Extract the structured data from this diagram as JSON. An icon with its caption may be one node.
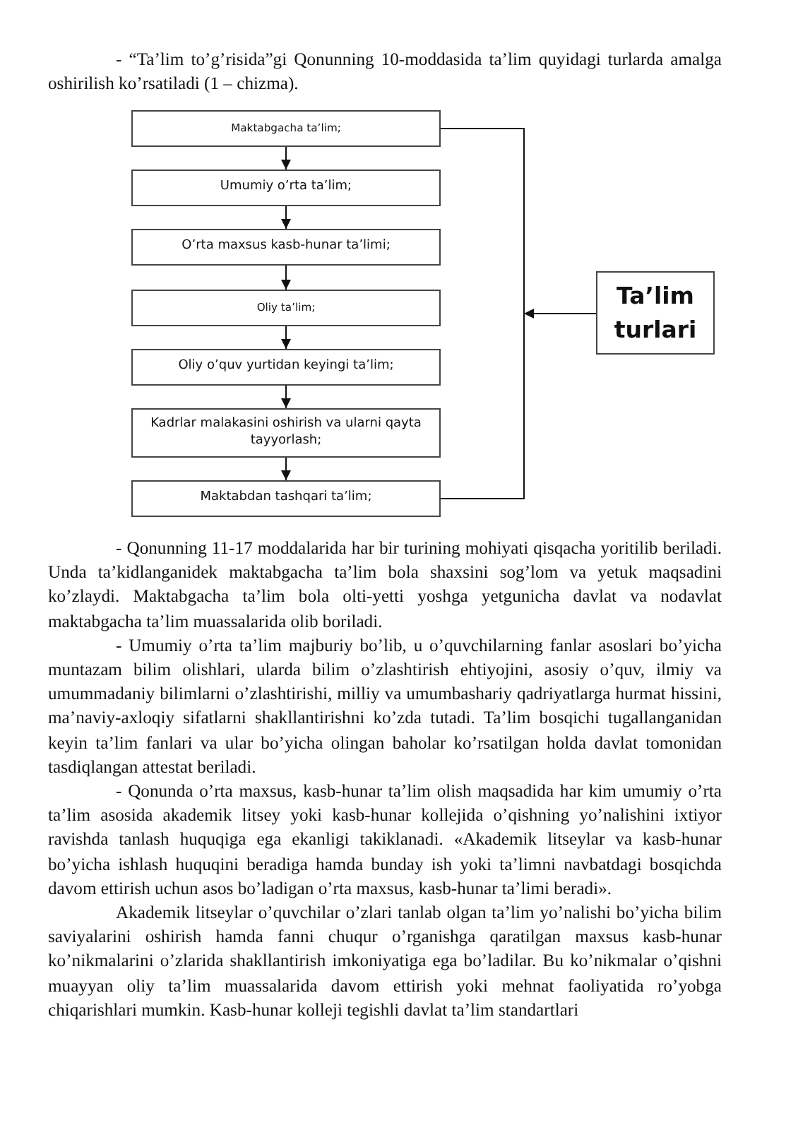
{
  "diagram": {
    "nodes": [
      {
        "text": [
          "Maktabgacha ta’lim;"
        ]
      },
      {
        "text": [
          "Umumiy o’rta ta’lim;"
        ]
      },
      {
        "text": [
          "O’rta maxsus kasb-hunar ta’limi;"
        ]
      },
      {
        "text": [
          "Oliy ta’lim;"
        ]
      },
      {
        "text": [
          "Oliy o’quv yurtidan keyingi ta’lim;"
        ]
      },
      {
        "text": [
          "Kadrlar malakasini oshirish va ularni qayta tayyorlash;"
        ]
      },
      {
        "text": [
          "Maktabdan tashqari ta’lim;"
        ]
      },
      {
        "text": [
          "Ta’lim turlari"
        ]
      }
    ],
    "edges": [
      {
        "from": 0,
        "to": 1,
        "arrow": "to"
      },
      {
        "from": 1,
        "to": 2,
        "arrow": "to"
      },
      {
        "from": 2,
        "to": 3,
        "arrow": "to"
      },
      {
        "from": 3,
        "to": 4,
        "arrow": "to"
      },
      {
        "from": 4,
        "to": 5,
        "arrow": "to"
      },
      {
        "from": 5,
        "to": 6,
        "arrow": "to"
      },
      {
        "from": 0,
        "to": 6,
        "arrow": "none"
      },
      {
        "from": 7,
        "to": null,
        "arrow": "to"
      }
    ],
    "labels": [
      "- “Ta’lim to’g’risida”gi Qonunning 10-moddasida ta’lim quyidagi turlarda amalga oshirilish ko’rsatiladi (1 – chizma).",
      "- Qonunning 11-17 moddalarida har bir turining mohiyati qisqacha yoritilib beriladi. Unda ta’kidlanganidek maktabgacha ta’lim bola shaxsini sog’lom va yetuk maqsadini ko’zlaydi. Maktabgacha ta’lim bola olti-yetti yoshga yetgunicha davlat va nodavlat maktabgacha ta’lim muassalarida olib boriladi.",
      "- Umumiy o’rta ta’lim majburiy bo’lib, u o’quvchilarning fanlar asoslari bo’yicha muntazam bilim olishlari, ularda bilim o’zlashtirish ehtiyojini, asosiy o’quv, ilmiy va umummadaniy bilimlarni o’zlashtirishi, milliy va umumbashariy qadriyatlarga hurmat hissini, ma’naviy-axloqiy sifatlarni shakllantirishni ko’zda tutadi. Ta’lim bosqichi tugallanganidan keyin ta’lim fanlari va ular bo’yicha olingan baholar ko’rsatilgan holda davlat tomonidan tasdiqlangan attestat beriladi.",
      "- Qonunda o’rta maxsus, kasb-hunar ta’lim olish maqsadida har kim umumiy o’rta ta’lim asosida akademik litsey yoki kasb-hunar kollejida o’qishning yo’nalishini ixtiyor ravishda tanlash huquqiga ega ekanligi takiklanadi. «Akademik litseylar va kasb-hunar bo’yicha ishlash huquqini beradiga hamda bunday ish yoki ta’limni navbatdagi bosqichda davom ettirish uchun asos bo’ladigan o’rta maxsus, kasb-hunar ta’limi beradi».",
      "Akademik litseylar o’quvchilar o’zlari tanlab olgan ta’lim yo’nalishi bo’yicha bilim saviyalarini oshirish hamda fanni chuqur o’rganishga qaratilgan maxsus kasb-hunar ko’nikmalarini o’zlarida shakllantirish imkoniyatiga ega bo’ladilar. Bu ko’nikmalar o’qishni muayyan oliy ta’lim muassalarida davom ettirish yoki mehnat faoliyatida ro’yobga chiqarishlari mumkin. Kasb-hunar kolleji tegishli davlat ta’lim standartlari"
    ]
  }
}
